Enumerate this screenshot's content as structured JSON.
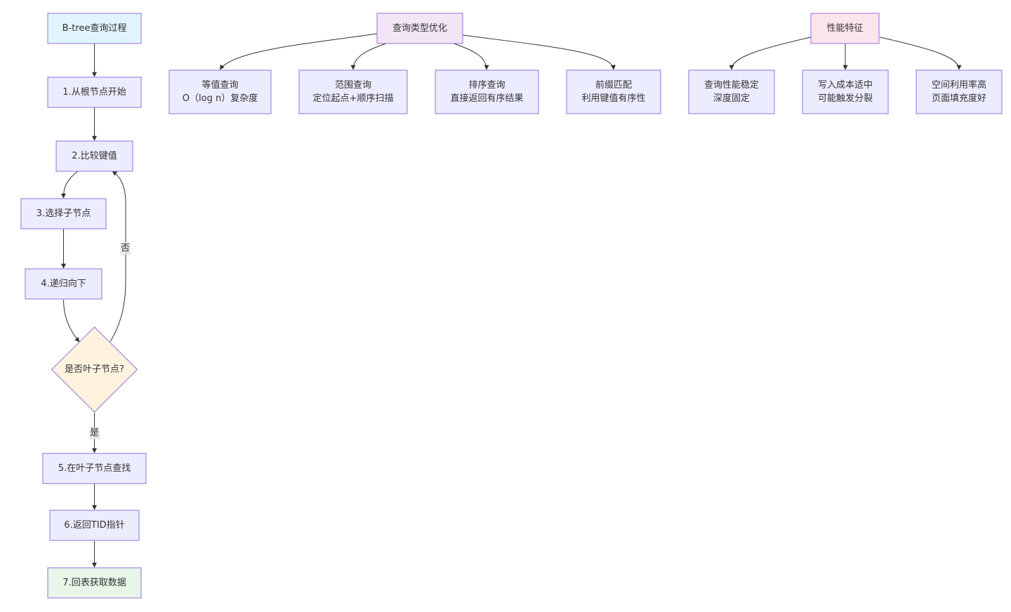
{
  "colors": {
    "default_fill": "#ECECFF",
    "start_fill": "#E1F5FE",
    "end_fill": "#E8F5E9",
    "decision_fill": "#FFF3E0",
    "group_query_fill": "#F3E5F5",
    "group_perf_fill": "#FCE4EC",
    "border": "#9370DB",
    "edge": "#333333"
  },
  "nodes": {
    "start": {
      "lines": [
        "B-tree查询过程"
      ]
    },
    "step1": {
      "lines": [
        "1.从根节点开始"
      ]
    },
    "step2": {
      "lines": [
        "2.比较键值"
      ]
    },
    "step3": {
      "lines": [
        "3.选择子节点"
      ]
    },
    "step4": {
      "lines": [
        "4.递归向下"
      ]
    },
    "decision": {
      "lines": [
        "是否叶子节点?"
      ]
    },
    "step5": {
      "lines": [
        "5.在叶子节点查找"
      ]
    },
    "step6": {
      "lines": [
        "6.返回TID指针"
      ]
    },
    "step7": {
      "lines": [
        "7.回表获取数据"
      ]
    },
    "query_opt": {
      "lines": [
        "查询类型优化"
      ]
    },
    "eq_query": {
      "lines": [
        "等值查询",
        "O（log n）复杂度"
      ]
    },
    "range_query": {
      "lines": [
        "范围查询",
        "定位起点+顺序扫描"
      ]
    },
    "sort_query": {
      "lines": [
        "排序查询",
        "直接返回有序结果"
      ]
    },
    "prefix_match": {
      "lines": [
        "前缀匹配",
        "利用键值有序性"
      ]
    },
    "perf": {
      "lines": [
        "性能特征"
      ]
    },
    "stable": {
      "lines": [
        "查询性能稳定",
        "深度固定"
      ]
    },
    "write_cost": {
      "lines": [
        "写入成本适中",
        "可能触发分裂"
      ]
    },
    "space": {
      "lines": [
        "空间利用率高",
        "页面填充度好"
      ]
    }
  },
  "edges": {
    "no_label": "否",
    "yes_label": "是"
  }
}
